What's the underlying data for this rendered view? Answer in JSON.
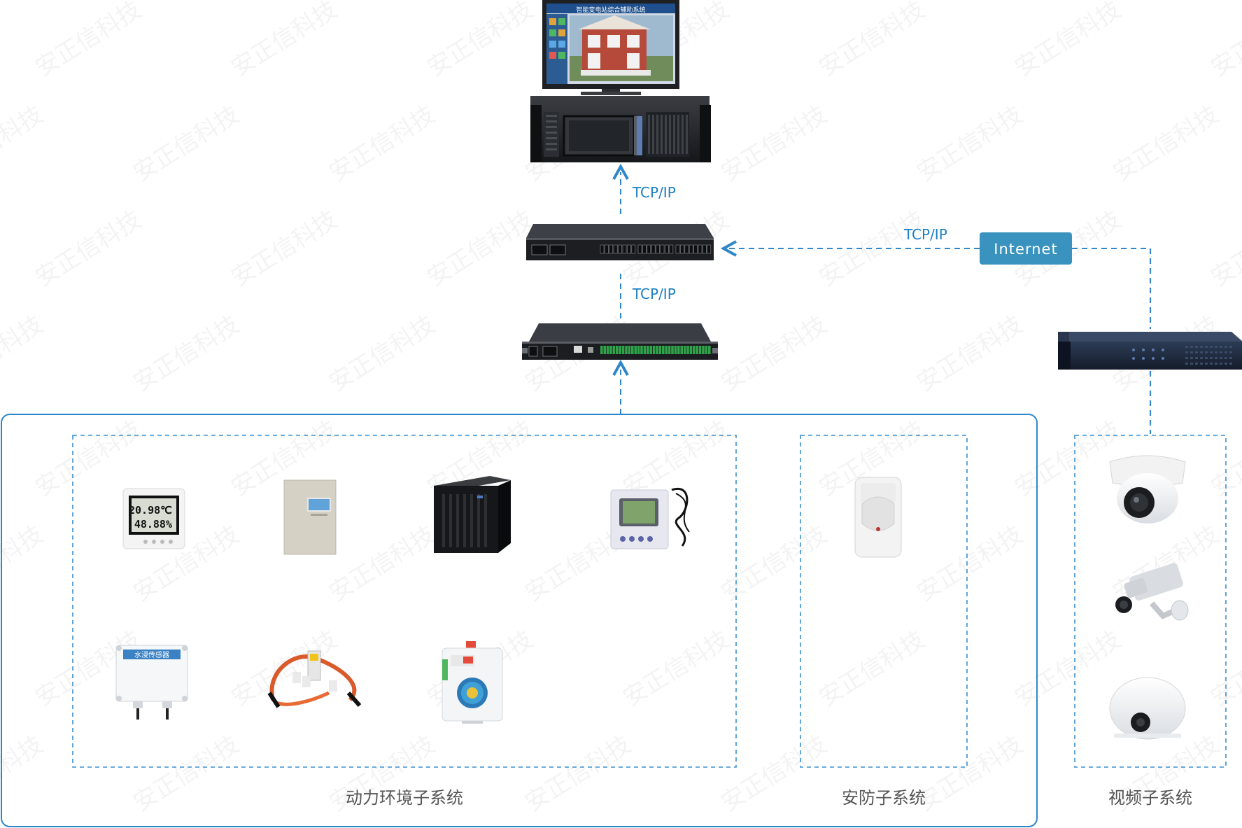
{
  "links": {
    "server_to_switch": "TCP/IP",
    "switch_to_collector": "TCP/IP",
    "internet_to_switch": "TCP/IP"
  },
  "internet_label": "Internet",
  "monitor_title": "智能变电站综合辅助系统",
  "sensor_display": {
    "line1": "20.98℃",
    "line2": "48.88%"
  },
  "leak_sensor_label": "水浸传感器",
  "subsystems": {
    "power_env": "动力环境子系统",
    "security": "安防子系统",
    "video": "视频子系统"
  },
  "watermark": "安正信科技",
  "colors": {
    "line": "#2f87c9",
    "internet_box": "#3a93bf",
    "caption": "#555555"
  }
}
